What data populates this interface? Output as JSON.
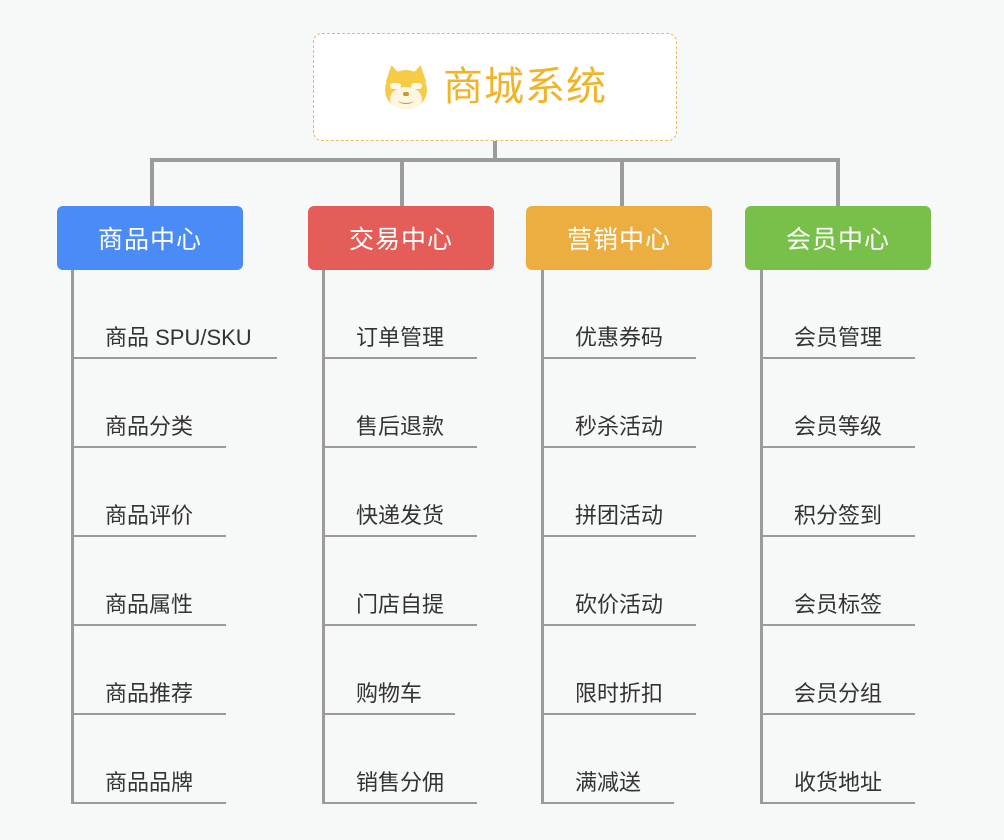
{
  "diagram": {
    "title": "商城系统",
    "background_color": "#f7f8f8",
    "connector_color": "#9b9b9b",
    "root": {
      "label": "商城系统",
      "icon": "shiba-dog-face-icon",
      "text_color": "#f0b429",
      "border_color": "#e8b765",
      "background_color": "#ffffff"
    },
    "categories": [
      {
        "label": "商品中心",
        "color": "#4a8bf5",
        "items": [
          "商品 SPU/SKU",
          "商品分类",
          "商品评价",
          "商品属性",
          "商品推荐",
          "商品品牌"
        ]
      },
      {
        "label": "交易中心",
        "color": "#e45d58",
        "items": [
          "订单管理",
          "售后退款",
          "快递发货",
          "门店自提",
          "购物车",
          "销售分佣"
        ]
      },
      {
        "label": "营销中心",
        "color": "#edae41",
        "items": [
          "优惠券码",
          "秒杀活动",
          "拼团活动",
          "砍价活动",
          "限时折扣",
          "满减送"
        ]
      },
      {
        "label": "会员中心",
        "color": "#79c04a",
        "items": [
          "会员管理",
          "会员等级",
          "积分签到",
          "会员标签",
          "会员分组",
          "收货地址"
        ]
      }
    ]
  }
}
